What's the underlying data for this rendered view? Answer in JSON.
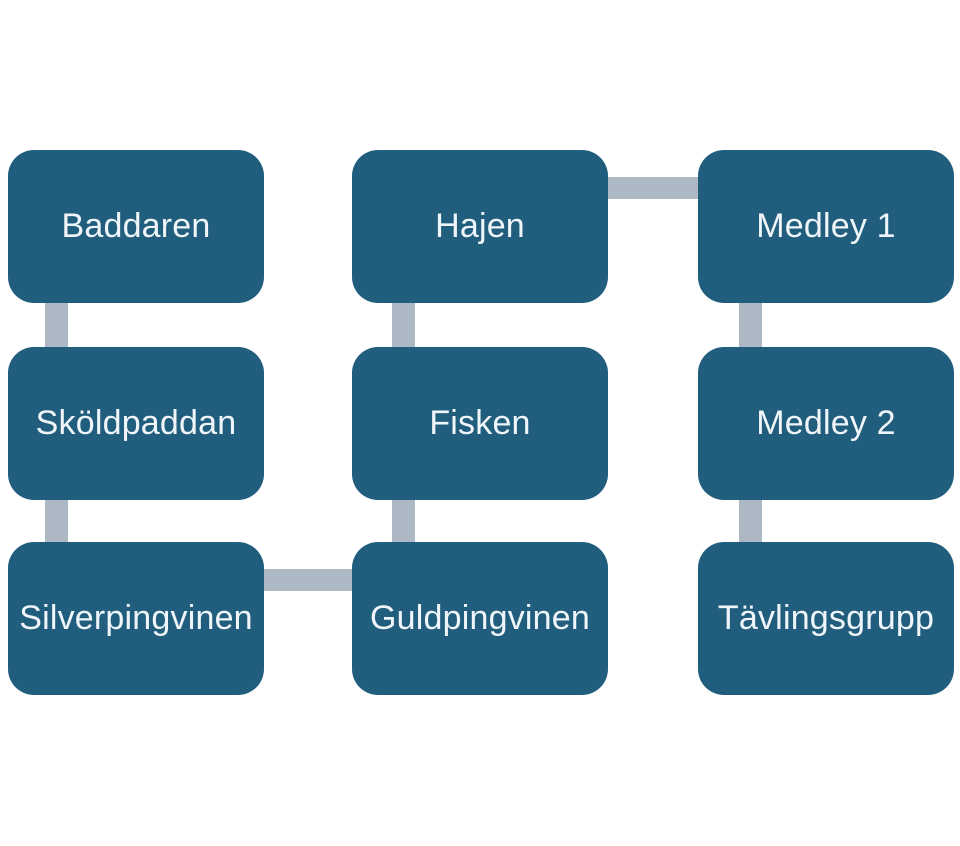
{
  "theme": {
    "background": "#ffffff",
    "node_fill": "#215e7e",
    "node_text": "#eff5f8",
    "connector": "#acb8c4"
  },
  "diagram": {
    "type": "process-flow",
    "nodes": [
      {
        "id": "baddaren",
        "label": "Baddaren",
        "col": 1,
        "row": 1
      },
      {
        "id": "skoldpaddan",
        "label": "Sköldpaddan",
        "col": 1,
        "row": 2
      },
      {
        "id": "silverpingvinen",
        "label": "Silverpingvinen",
        "col": 1,
        "row": 3
      },
      {
        "id": "hajen",
        "label": "Hajen",
        "col": 2,
        "row": 1
      },
      {
        "id": "fisken",
        "label": "Fisken",
        "col": 2,
        "row": 2
      },
      {
        "id": "guldpingvinen",
        "label": "Guldpingvinen",
        "col": 2,
        "row": 3
      },
      {
        "id": "medley-1",
        "label": "Medley 1",
        "col": 3,
        "row": 1
      },
      {
        "id": "medley-2",
        "label": "Medley 2",
        "col": 3,
        "row": 2
      },
      {
        "id": "tavlingsgrupp",
        "label": "Tävlingsgrupp",
        "col": 3,
        "row": 3
      }
    ],
    "edges": [
      {
        "from": "baddaren",
        "to": "skoldpaddan"
      },
      {
        "from": "skoldpaddan",
        "to": "silverpingvinen"
      },
      {
        "from": "silverpingvinen",
        "to": "guldpingvinen"
      },
      {
        "from": "guldpingvinen",
        "to": "fisken"
      },
      {
        "from": "fisken",
        "to": "hajen"
      },
      {
        "from": "hajen",
        "to": "medley-1"
      },
      {
        "from": "medley-1",
        "to": "medley-2"
      },
      {
        "from": "medley-2",
        "to": "tavlingsgrupp"
      }
    ]
  }
}
